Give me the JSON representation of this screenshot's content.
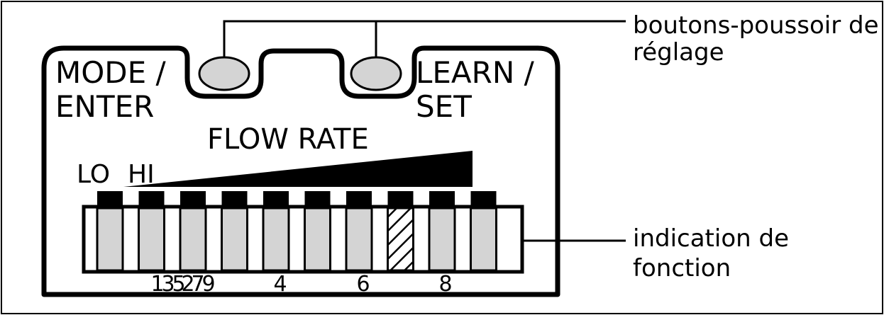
{
  "panel": {
    "left_button_label_line1": "MODE /",
    "left_button_label_line2": "ENTER",
    "right_button_label_line1": "LEARN /",
    "right_button_label_line2": "SET",
    "flow_rate_label": "FLOW RATE",
    "lo_label": "LO",
    "hi_label": "HI",
    "scale_numbers": [
      "1",
      "3",
      "5",
      "2",
      "7",
      "9",
      "4",
      "6",
      "8"
    ],
    "segment_count": 10,
    "hatched_segment_number": 8
  },
  "callouts": {
    "buttons_line1": "boutons-poussoir de",
    "buttons_line2": "réglage",
    "indication_line1": "indication de",
    "indication_line2": "fonction"
  },
  "colors": {
    "ink": "#000000",
    "button_fill": "#d4d4d4",
    "segment_fill": "#d4d4d4",
    "background": "#ffffff"
  }
}
